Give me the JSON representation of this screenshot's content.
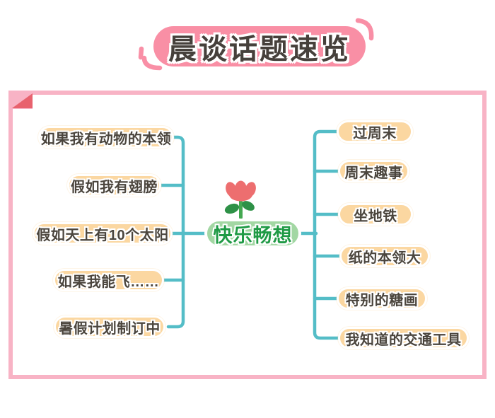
{
  "header": {
    "title": "晨谈话题速览",
    "pill_color": "#F98FA5",
    "text_color": "#46403B",
    "decoration_color": "#F98FA6"
  },
  "card": {
    "border_color": "#F8B3C5",
    "fold_color": "#E8626E",
    "background": "#FFFFFF"
  },
  "mindmap": {
    "connector_color": "#54BDC7",
    "branch_bg": "#FBD7A1",
    "branch_text_color": "#4B453D",
    "center": {
      "label": "快乐畅想",
      "bg": "#A2D7A3",
      "text_color": "#1F9A45"
    },
    "left_branches": [
      {
        "label": "如果我有动物的本领"
      },
      {
        "label": "假如我有翅膀"
      },
      {
        "label": "假如天上有10个太阳"
      },
      {
        "label": "如果我能飞……"
      },
      {
        "label": "暑假计划制订中"
      }
    ],
    "right_branches": [
      {
        "label": "过周末"
      },
      {
        "label": "周末趣事"
      },
      {
        "label": "坐地铁"
      },
      {
        "label": "纸的本领大"
      },
      {
        "label": "特别的糖画"
      },
      {
        "label": "我知道的交通工具"
      }
    ]
  },
  "icons": {
    "flower": {
      "name": "tulip-flower",
      "petal_color": "#ED6E6F",
      "stem_color": "#44A851",
      "leaf_color": "#2E9147"
    }
  }
}
